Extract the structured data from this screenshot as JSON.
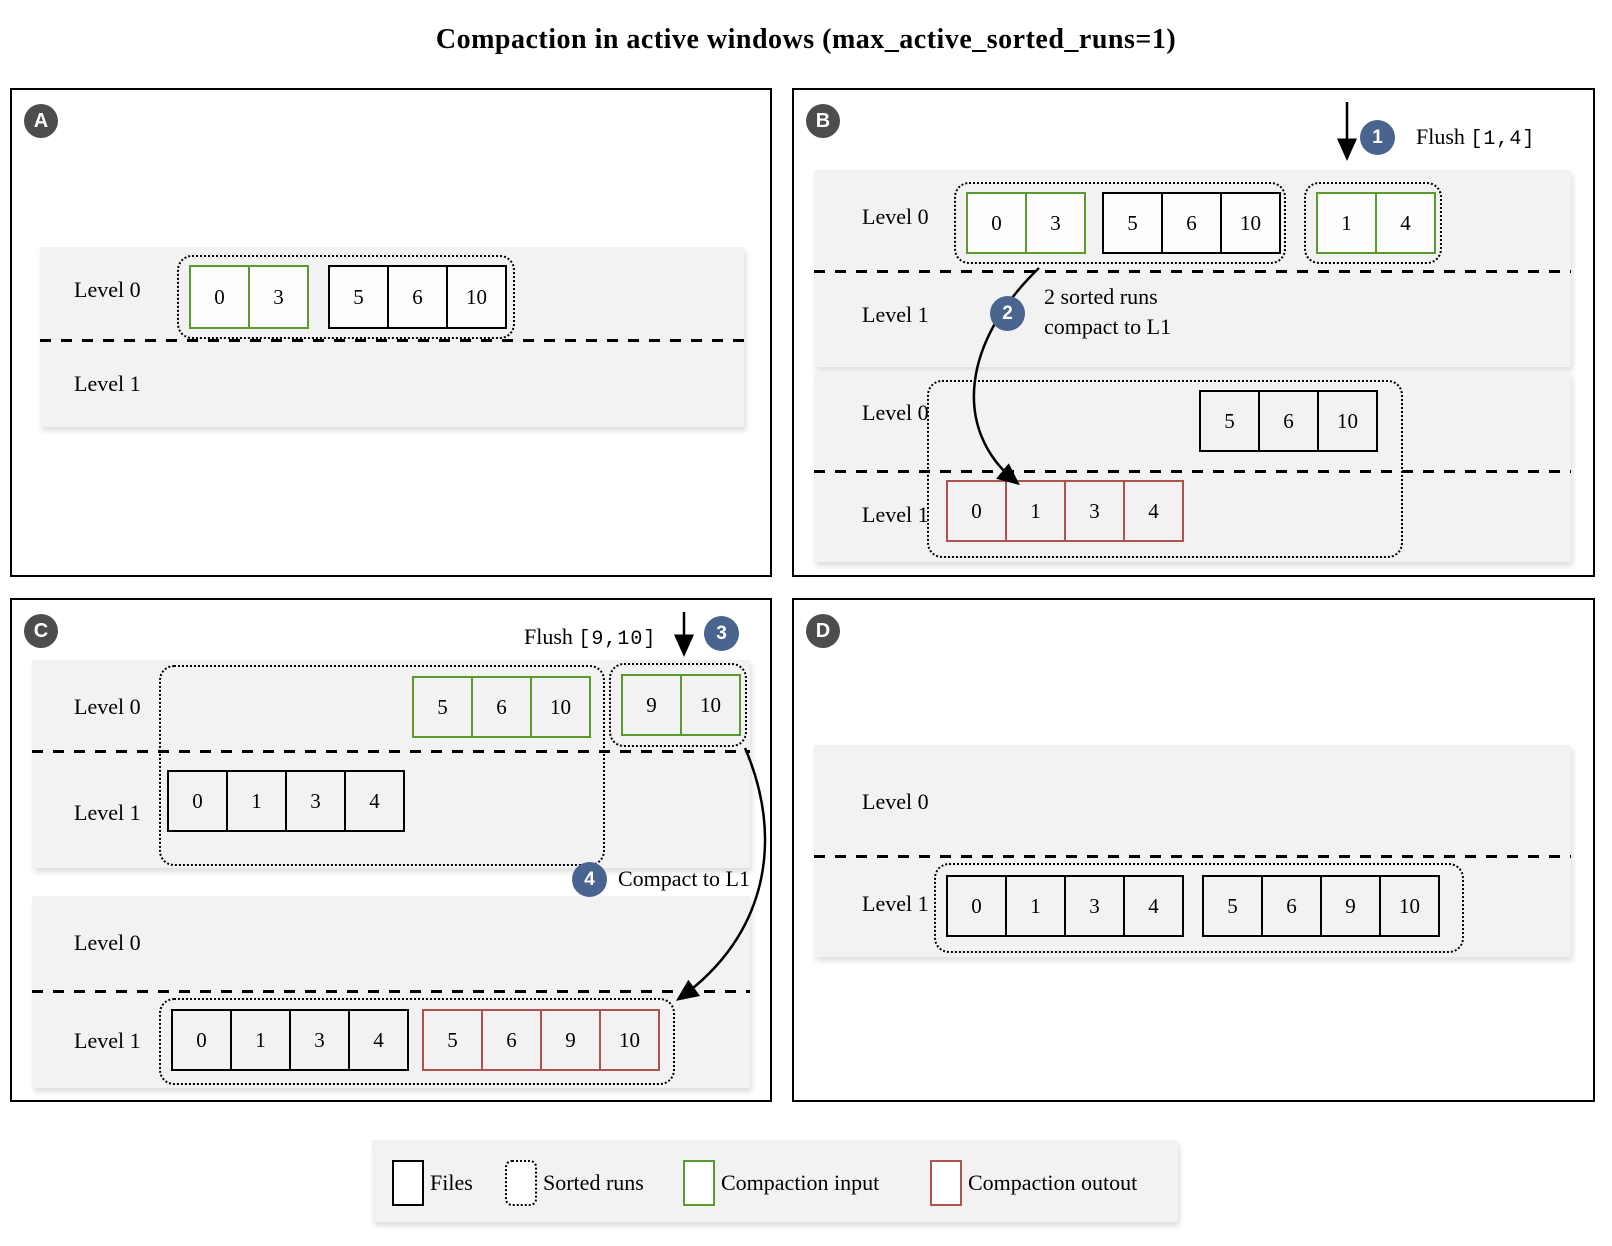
{
  "title": "Compaction in active windows (max_active_sorted_runs=1)",
  "labels": {
    "level0": "Level 0",
    "level1": "Level 1"
  },
  "panels": {
    "a": {
      "badge": "A"
    },
    "b": {
      "badge": "B",
      "step1": {
        "num": "1",
        "text": "Flush",
        "code": "[1,4]"
      },
      "step2": {
        "num": "2",
        "line1": "2 sorted runs",
        "line2": "compact to L1"
      }
    },
    "c": {
      "badge": "C",
      "step3": {
        "num": "3",
        "text": "Flush",
        "code": "[9,10]"
      },
      "step4": {
        "num": "4",
        "text": "Compact to L1"
      }
    },
    "d": {
      "badge": "D"
    }
  },
  "runs": {
    "a1_l0_input": [
      "0",
      "3"
    ],
    "a1_l0_files": [
      "5",
      "6",
      "10"
    ],
    "b1_l0_input1": [
      "0",
      "3"
    ],
    "b1_l0_files": [
      "5",
      "6",
      "10"
    ],
    "b1_l0_input2": [
      "1",
      "4"
    ],
    "b2_l0_files": [
      "5",
      "6",
      "10"
    ],
    "b2_l1_output": [
      "0",
      "1",
      "3",
      "4"
    ],
    "c1_l0_input1": [
      "5",
      "6",
      "10"
    ],
    "c1_l0_input2": [
      "9",
      "10"
    ],
    "c1_l1_files": [
      "0",
      "1",
      "3",
      "4"
    ],
    "c2_l1_files": [
      "0",
      "1",
      "3",
      "4"
    ],
    "c2_l1_output": [
      "5",
      "6",
      "9",
      "10"
    ],
    "d1_l1_files1": [
      "0",
      "1",
      "3",
      "4"
    ],
    "d1_l1_files2": [
      "5",
      "6",
      "9",
      "10"
    ]
  },
  "legend": {
    "files": "Files",
    "sorted_runs": "Sorted runs",
    "compaction_input": "Compaction input",
    "compaction_output": "Compaction outout"
  },
  "colors": {
    "files_border": "#000000",
    "compaction_input_border": "#5b9b2e",
    "compaction_output_border": "#ad5450",
    "step_badge_blue": "#48648f",
    "panel_badge_gray": "#4d4d4d",
    "band_background": "#f2f2f2"
  }
}
